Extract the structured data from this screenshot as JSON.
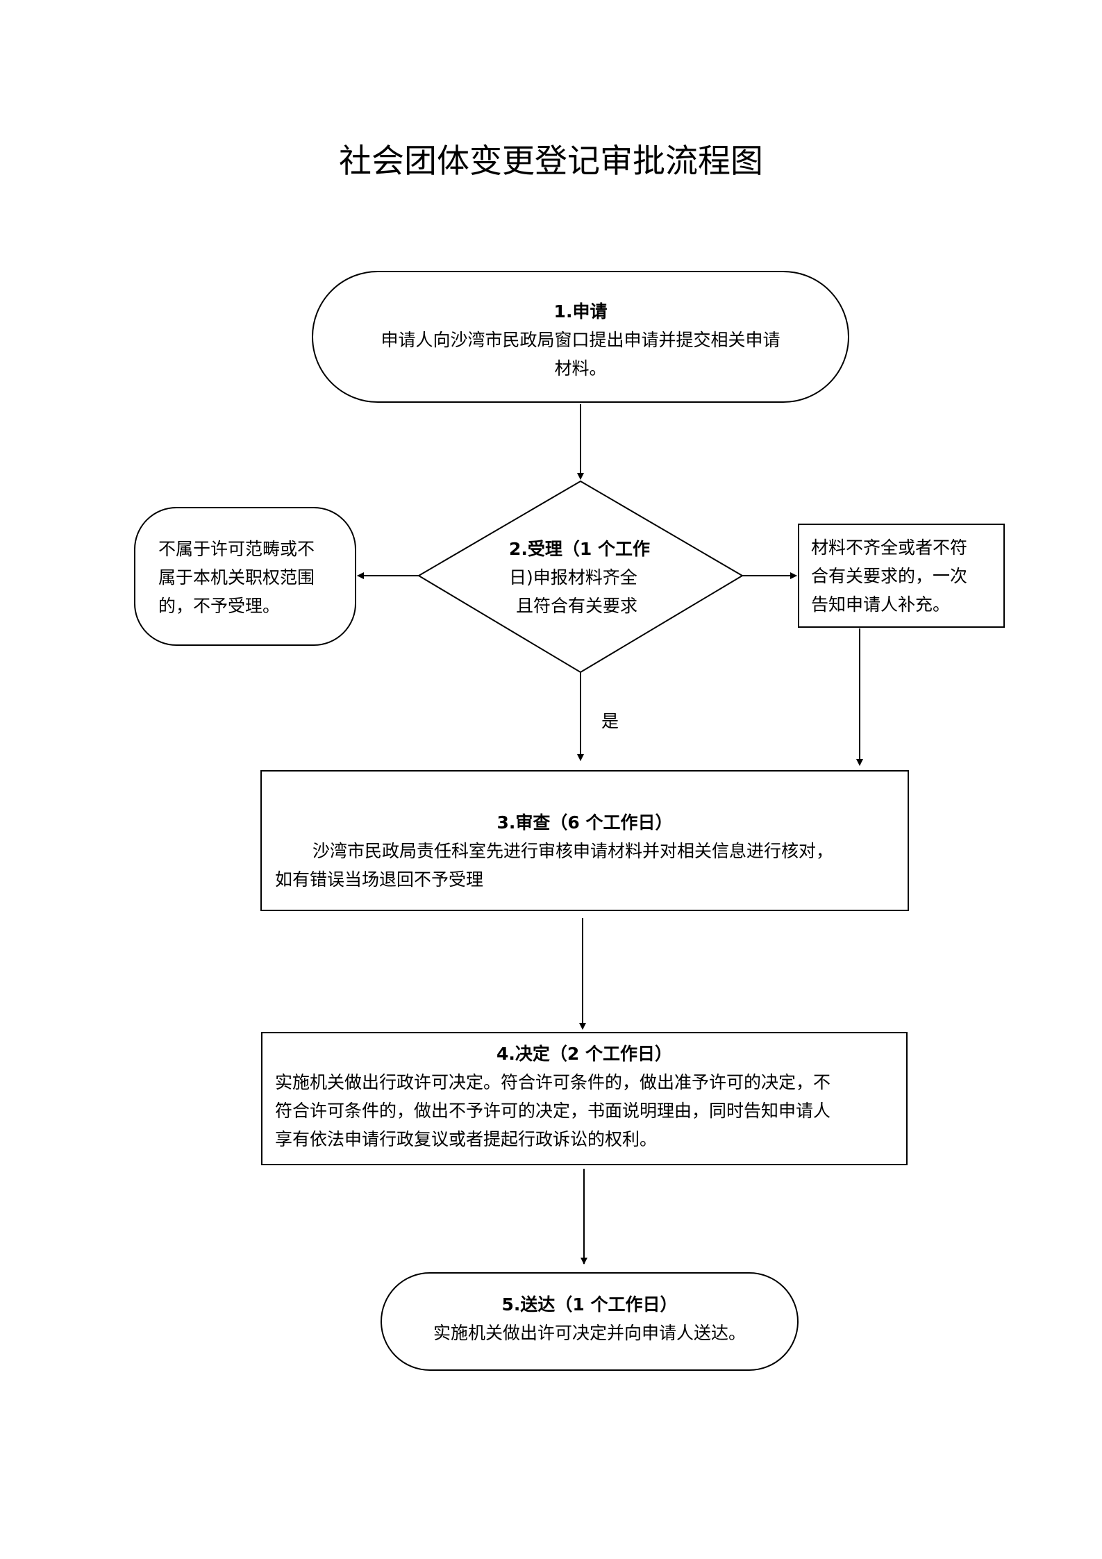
{
  "title": "社会团体变更登记审批流程图",
  "steps": {
    "apply": {
      "heading": "1.申请",
      "line1": "申请人向沙湾市民政局窗口提出申请并提交相关申请",
      "line2": "材料。"
    },
    "accept": {
      "line1": "2.受理（1 个工作",
      "line2": "日)申报材料齐全",
      "line3": "且符合有关要求"
    },
    "reject": {
      "line1": "不属于许可范畴或不",
      "line2": "属于本机关职权范围",
      "line3": "的，不予受理。"
    },
    "supplement": {
      "line1": "材料不齐全或者不符",
      "line2": "合有关要求的，一次",
      "line3": "告知申请人补充。"
    },
    "yes_label": "是",
    "review": {
      "heading": "3.审查（6 个工作日）",
      "line1": "沙湾市民政局责任科室先进行审核申请材料并对相关信息进行核对，",
      "line2": "如有错误当场退回不予受理"
    },
    "decision": {
      "heading": "4.决定（2 个工作日）",
      "line1": "实施机关做出行政许可决定。符合许可条件的，做出准予许可的决定，不",
      "line2": "符合许可条件的，做出不予许可的决定，书面说明理由，同时告知申请人",
      "line3": "享有依法申请行政复议或者提起行政诉讼的权利。"
    },
    "delivery": {
      "heading": "5.送达（1 个工作日）",
      "line1": "实施机关做出许可决定并向申请人送达。"
    }
  }
}
